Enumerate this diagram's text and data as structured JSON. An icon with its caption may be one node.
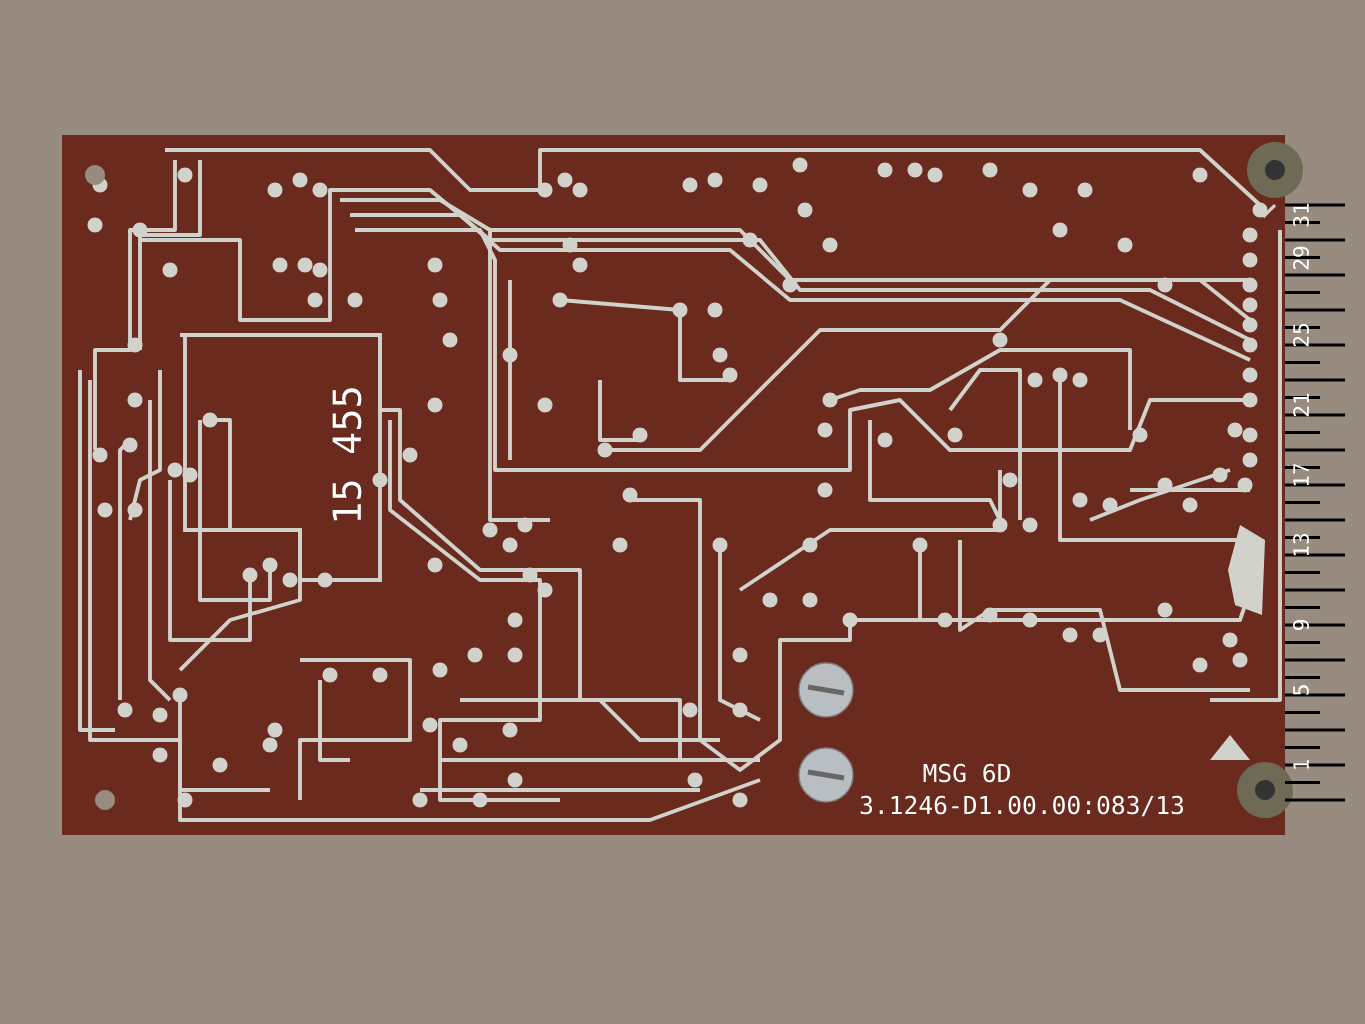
{
  "diagram": {
    "labels": [
      "15 455",
      "31",
      "29",
      "25",
      "21",
      "17",
      "13",
      "9",
      "5",
      "1",
      "MSG 6D",
      "3.1246-D1.00.00:083/13"
    ]
  }
}
